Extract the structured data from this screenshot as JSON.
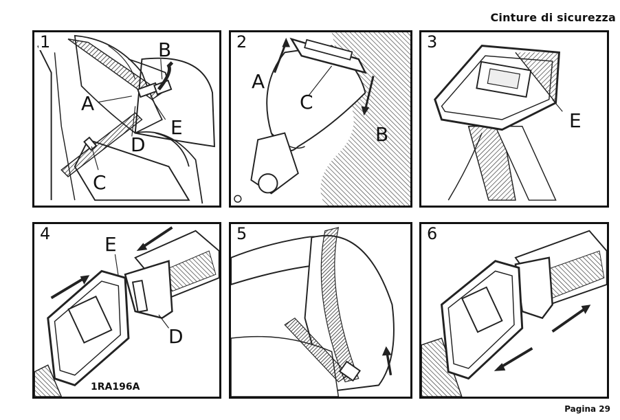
{
  "header": {
    "title": "Cinture di sicurezza"
  },
  "footer": {
    "page": "Pagina 29"
  },
  "panels": [
    {
      "number": "1",
      "labels": {
        "a": "A",
        "b": "B",
        "c": "C",
        "d": "D",
        "e": "E"
      }
    },
    {
      "number": "2",
      "labels": {
        "a": "A",
        "b": "B",
        "c": "C"
      }
    },
    {
      "number": "3",
      "labels": {
        "e": "E"
      }
    },
    {
      "number": "4",
      "labels": {
        "d": "D",
        "e": "E"
      },
      "code": "1RA196A"
    },
    {
      "number": "5",
      "labels": {}
    },
    {
      "number": "6",
      "labels": {}
    }
  ]
}
